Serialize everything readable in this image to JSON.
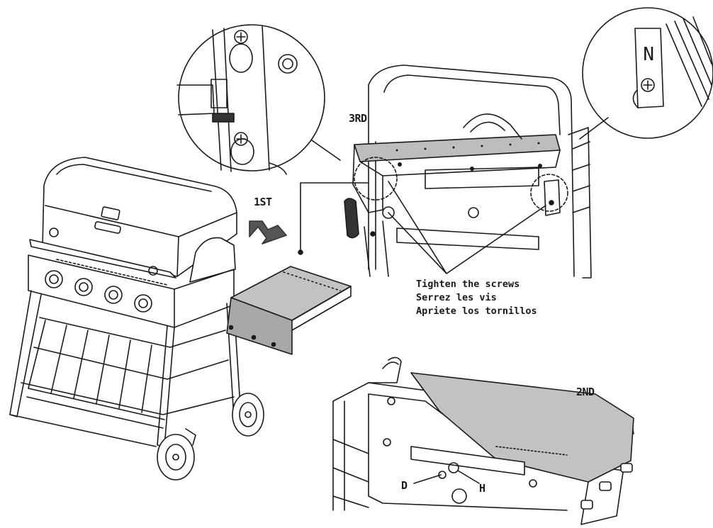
{
  "steps": {
    "first": "1ST",
    "second": "2ND",
    "third": "3RD"
  },
  "instructions": {
    "en": "Tighten the screws",
    "fr": "Serrez les vis",
    "es": "Apriete los tornillos"
  },
  "callouts": {
    "d": "D",
    "h": "H"
  },
  "colors": {
    "line": "#1a1a1a",
    "shelf_fill": "#bdbdbd",
    "shelf_dark": "#9a9a9a",
    "background": "#ffffff"
  }
}
